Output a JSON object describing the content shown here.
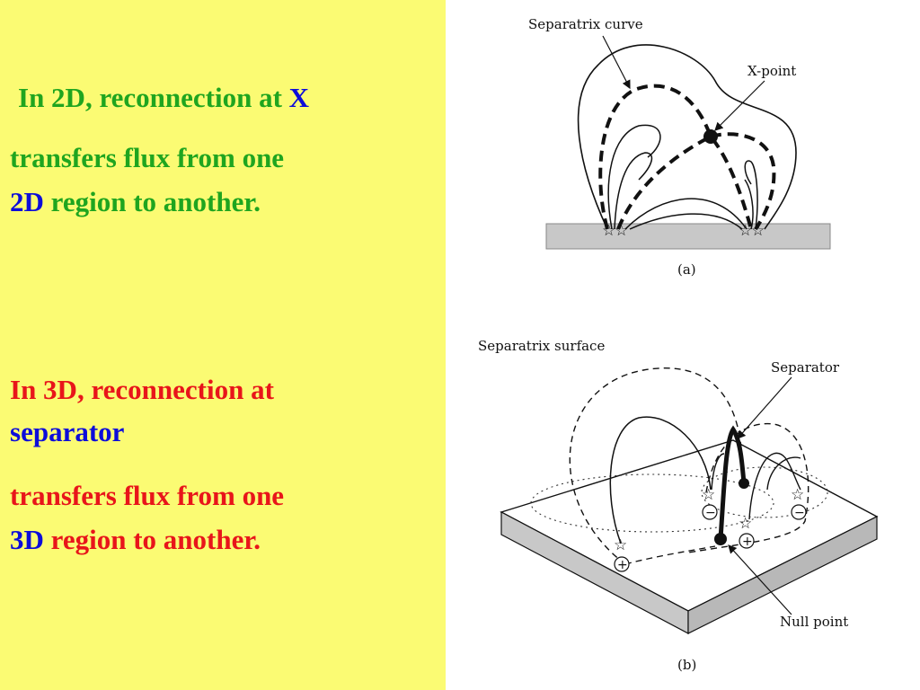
{
  "left_text": {
    "line1": {
      "a": "In 2D, reconnection at ",
      "b": "X"
    },
    "line2": "transfers flux from one",
    "line3": {
      "a": "2D",
      "b": " region to another."
    },
    "line4": "In 3D, reconnection at",
    "line5": "separator",
    "line6": "transfers flux from one",
    "line7": {
      "a": "3D",
      "b": " region to another."
    }
  },
  "figure_a": {
    "separatrix_label": "Separatrix curve",
    "xpoint_label": "X-point",
    "caption": "(a)",
    "star_glyph": "☆"
  },
  "figure_b": {
    "surface_label": "Separatrix surface",
    "separator_label": "Separator",
    "null_label": "Null point",
    "caption": "(b)",
    "star_glyph": "☆",
    "plus": "+",
    "minus": "−"
  },
  "colors": {
    "background": "#fbfb73",
    "green": "#1fa51f",
    "blue": "#0d0dd9",
    "red": "#e8151a"
  }
}
